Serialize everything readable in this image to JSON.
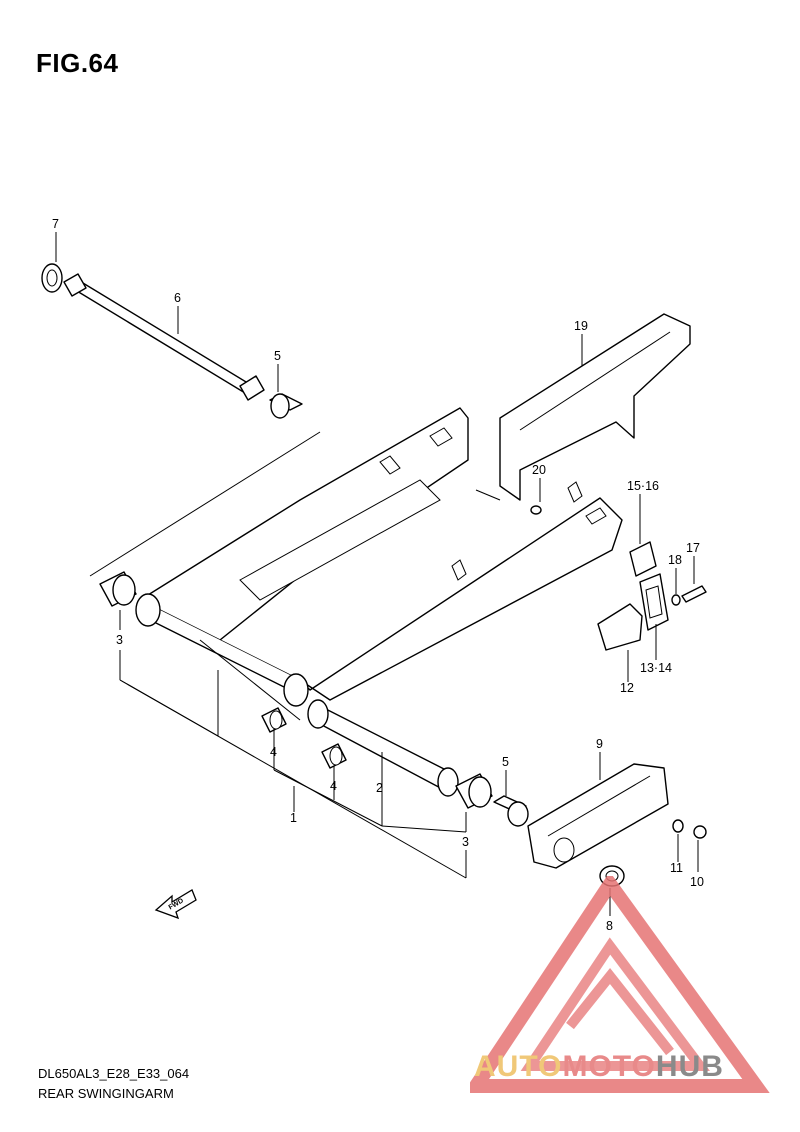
{
  "figure": {
    "title": "FIG.64"
  },
  "callouts": [
    {
      "id": "7",
      "text": "7"
    },
    {
      "id": "6",
      "text": "6"
    },
    {
      "id": "5a",
      "text": "5"
    },
    {
      "id": "19",
      "text": "19"
    },
    {
      "id": "20",
      "text": "20"
    },
    {
      "id": "15-16",
      "text": "15·16"
    },
    {
      "id": "18",
      "text": "18"
    },
    {
      "id": "17",
      "text": "17"
    },
    {
      "id": "3a",
      "text": "3"
    },
    {
      "id": "13-14",
      "text": "13·14"
    },
    {
      "id": "12",
      "text": "12"
    },
    {
      "id": "4a",
      "text": "4"
    },
    {
      "id": "4b",
      "text": "4"
    },
    {
      "id": "2",
      "text": "2"
    },
    {
      "id": "1",
      "text": "1"
    },
    {
      "id": "9",
      "text": "9"
    },
    {
      "id": "5b",
      "text": "5"
    },
    {
      "id": "3b",
      "text": "3"
    },
    {
      "id": "11",
      "text": "11"
    },
    {
      "id": "10",
      "text": "10"
    },
    {
      "id": "8",
      "text": "8"
    }
  ],
  "fwd_marker": {
    "text": "FWD"
  },
  "footer": {
    "code": "DL650AL3_E28_E33_064",
    "name": "REAR SWINGINGARM"
  },
  "watermark": {
    "text_a": "AUTO",
    "text_b": "MOTO",
    "text_c": "HUB",
    "colors": {
      "auto": "#f0c878",
      "moto": "#e88a8a",
      "hub": "#8a8a8a",
      "triangle": "#e57373"
    }
  }
}
